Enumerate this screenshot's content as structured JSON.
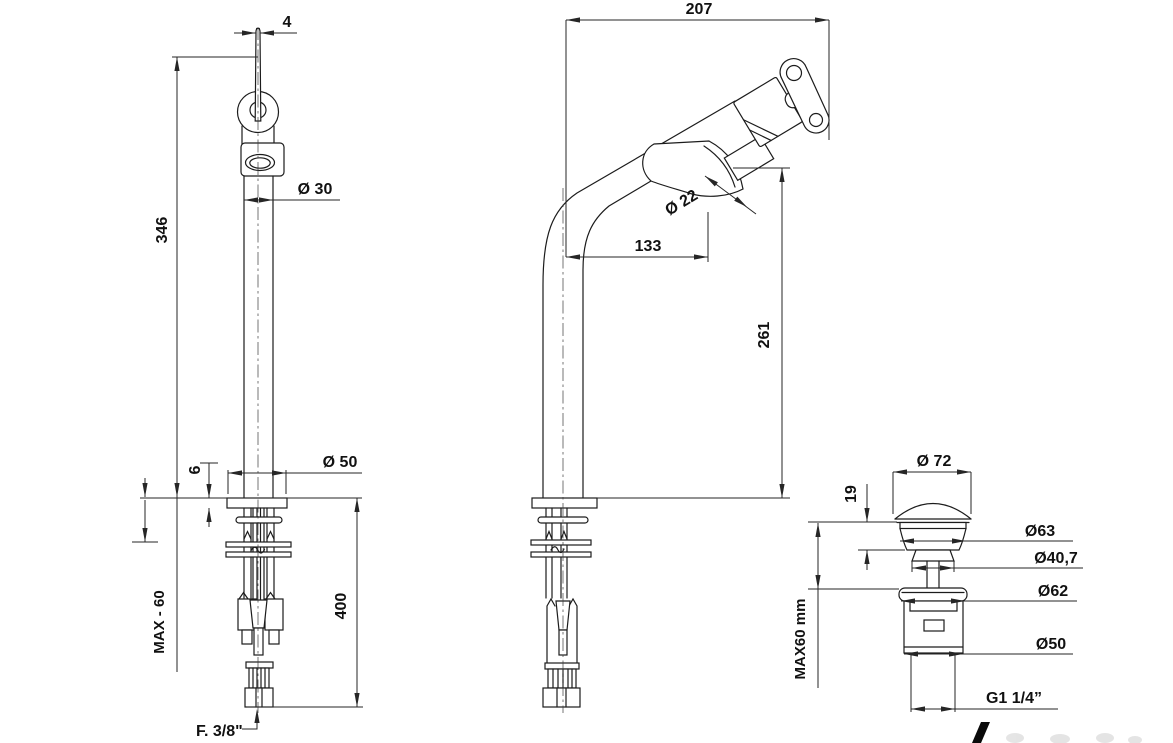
{
  "drawing": {
    "type": "faucet technical dimension drawing",
    "background_color": "#ffffff",
    "line_color": "#1c1c1c",
    "views": {
      "front": {
        "title": "front view",
        "dims": {
          "handle_width": "4",
          "spout_height": "346",
          "column_diameter": "Ø 30",
          "base_diameter": "Ø 50",
          "base_plate_thickness": "6",
          "max_counter_thickness": "MAX - 60",
          "under_counter_length": "400",
          "supply_connection": "F. 3/8\""
        }
      },
      "side": {
        "title": "side view",
        "dims": {
          "total_reach": "207",
          "spout_tube_diameter": "Ø 22",
          "outlet_reach": "133",
          "outlet_height": "261"
        }
      },
      "waste": {
        "title": "pop-up waste view",
        "dims": {
          "cap_diameter": "Ø 72",
          "cap_height": "19",
          "diameter_63": "Ø63",
          "diameter_40_7": "Ø40,7",
          "diameter_62": "Ø62",
          "max_counter_thickness": "MAX60 mm",
          "body_diameter_50": "Ø50",
          "thread": "G1 1/4”"
        }
      }
    }
  }
}
